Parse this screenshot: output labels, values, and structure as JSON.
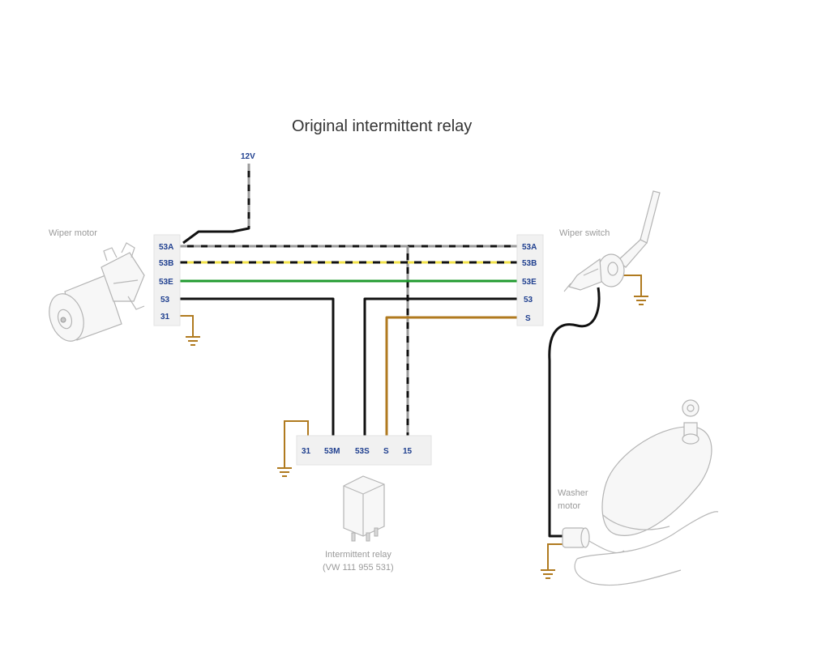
{
  "title": "Original intermittent relay",
  "supply_label": "12V",
  "wiper_motor": {
    "label": "Wiper motor",
    "pins": [
      "53A",
      "53B",
      "53E",
      "53",
      "31"
    ]
  },
  "wiper_switch": {
    "label": "Wiper switch",
    "pins": [
      "53A",
      "53B",
      "53E",
      "53",
      "S"
    ]
  },
  "relay": {
    "pins": [
      "31",
      "53M",
      "53S",
      "S",
      "15"
    ],
    "label_line1": "Intermittent relay",
    "label_line2": "(VW 111 955 531)"
  },
  "washer_motor": {
    "label_line1": "Washer",
    "label_line2": "motor"
  },
  "colors": {
    "black": "#111111",
    "yellow": "#f2e24a",
    "green": "#1f9a2e",
    "brown": "#b07a1f",
    "gray": "#8a8a8a",
    "pin_text": "#1f3f8f"
  }
}
